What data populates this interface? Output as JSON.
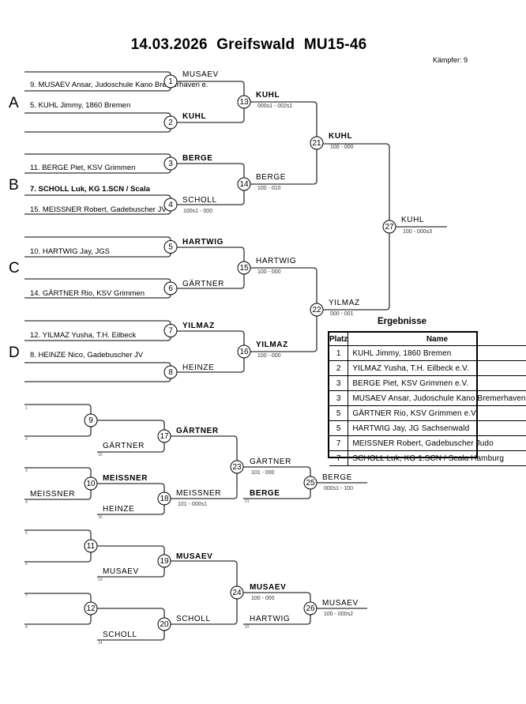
{
  "header": {
    "title": "14.03.2026  Greifswald   MU15-46",
    "fighters_label": "Kämpfer: 9"
  },
  "pools": [
    "A",
    "B",
    "C",
    "D"
  ],
  "entries": [
    {
      "text": "9. MUSAEV Ansar, Judoschule Kano Bremerhaven e.",
      "bold": false
    },
    {
      "text": "5. KUHL Jimmy, 1860 Bremen",
      "bold": false
    },
    {
      "text": "11. BERGE Piet, KSV Grimmen",
      "bold": false
    },
    {
      "text": "7. SCHOLL Luk, KG 1.SCN / Scala",
      "bold": true
    },
    {
      "text": "15. MEISSNER Robert, Gadebuscher JV",
      "bold": false
    },
    {
      "text": "10. HARTWIG Jay, JGS",
      "bold": false
    },
    {
      "text": "14. GÄRTNER Rio, KSV Grimmen",
      "bold": false
    },
    {
      "text": "12. YILMAZ Yusha, T.H. Eilbeck",
      "bold": false
    },
    {
      "text": "8. HEINZE Nico, Gadebuscher JV",
      "bold": false
    }
  ],
  "matches": {
    "1": {
      "top": "MUSAEV",
      "top_bold": false
    },
    "2": {
      "bottom": "KUHL",
      "bottom_bold": true
    },
    "3": {
      "top": "BERGE",
      "top_bold": true
    },
    "4": {
      "bottom": "SCHOLL",
      "bottom_bold": false,
      "score": "100s1 - 000"
    },
    "5": {
      "top": "HARTWIG",
      "top_bold": true
    },
    "6": {
      "bottom": "GÄRTNER",
      "bottom_bold": false
    },
    "7": {
      "top": "YILMAZ",
      "top_bold": true
    },
    "8": {
      "bottom": "HEINZE",
      "bottom_bold": false
    },
    "13": {
      "winner": "KUHL",
      "bold": true,
      "score": "000s1 - 002s1"
    },
    "14": {
      "winner": "BERGE",
      "bold": false,
      "score": "100 - 010"
    },
    "15": {
      "winner": "HARTWIG",
      "bold": false,
      "score": "100 - 000"
    },
    "16": {
      "winner": "YILMAZ",
      "bold": true,
      "score": "100 - 000"
    },
    "21": {
      "winner": "KUHL",
      "bold": true,
      "score": "100 - 000"
    },
    "22": {
      "winner": "YILMAZ",
      "bold": false,
      "score": "000 - 001"
    },
    "27": {
      "winner": "KUHL",
      "bold": false,
      "score": "100 - 000s3"
    }
  },
  "repechage": {
    "slot_labels": [
      "1",
      "2",
      "3",
      "4",
      "5",
      "6",
      "7",
      "8"
    ],
    "upper": {
      "m10_entry": "MEISSNER",
      "m9_winner": "",
      "m10_winner": "MEISSNER",
      "m17_drop": {
        "name": "GÄRTNER",
        "ref": "15"
      },
      "m18_drop": {
        "name": "HEINZE",
        "ref": "16"
      },
      "m17_winner": "GÄRTNER",
      "m18_winner": {
        "name": "MEISSNER",
        "score": "101 - 000s1"
      },
      "m23_winner": {
        "name": "GÄRTNER",
        "score": "101 - 000"
      },
      "m25_drop": {
        "name": "BERGE",
        "ref": "21"
      },
      "m25_winner": {
        "name": "BERGE",
        "score": "000s1 - 100"
      }
    },
    "lower": {
      "m19_drop": {
        "name": "MUSAEV",
        "ref": "13"
      },
      "m20_drop": {
        "name": "SCHOLL",
        "ref": "14"
      },
      "m19_winner": "MUSAEV",
      "m20_winner": "SCHOLL",
      "m24_winner": {
        "name": "MUSAEV",
        "score": "100 - 000"
      },
      "m26_drop": {
        "name": "HARTWIG",
        "ref": "22"
      },
      "m26_winner": {
        "name": "MUSAEV",
        "score": "100 - 000s2"
      }
    }
  },
  "results": {
    "title": "Ergebnisse",
    "headers": [
      "Platz",
      "Name"
    ],
    "rows": [
      {
        "place": "1",
        "name": "KUHL Jimmy, 1860 Bremen"
      },
      {
        "place": "2",
        "name": "YILMAZ Yusha, T.H. Eilbeck e.V."
      },
      {
        "place": "3",
        "name": "BERGE Piet, KSV Grimmen e.V."
      },
      {
        "place": "3",
        "name": "MUSAEV Ansar, Judoschule Kano Bremerhaven"
      },
      {
        "place": "5",
        "name": "GÄRTNER Rio, KSV Grimmen e.V."
      },
      {
        "place": "5",
        "name": "HARTWIG Jay, JG Sachsenwald"
      },
      {
        "place": "7",
        "name": "MEISSNER Robert, Gadebuscher Judo"
      },
      {
        "place": "7",
        "name": "SCHOLL Luk, KG 1.SCN / Scala Hamburg"
      }
    ]
  }
}
